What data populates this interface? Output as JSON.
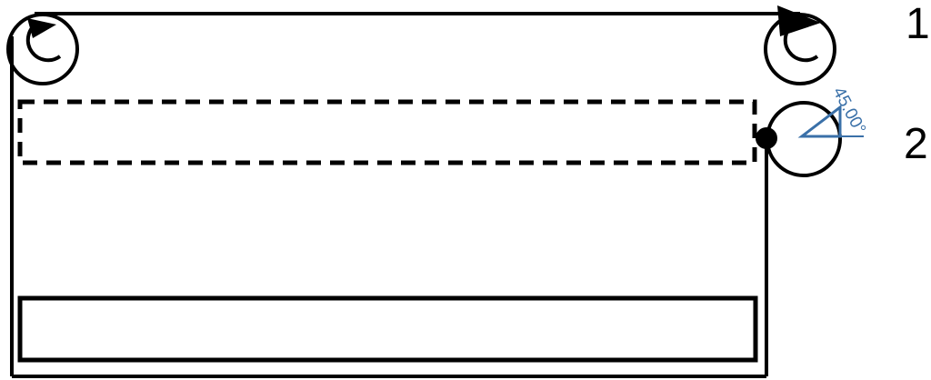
{
  "labels": {
    "marker_1": "1",
    "marker_2": "2"
  },
  "angle_annotation": {
    "text": "45.00°",
    "color": "#3a70a8"
  },
  "colors": {
    "stroke": "#000000",
    "background": "#ffffff"
  }
}
